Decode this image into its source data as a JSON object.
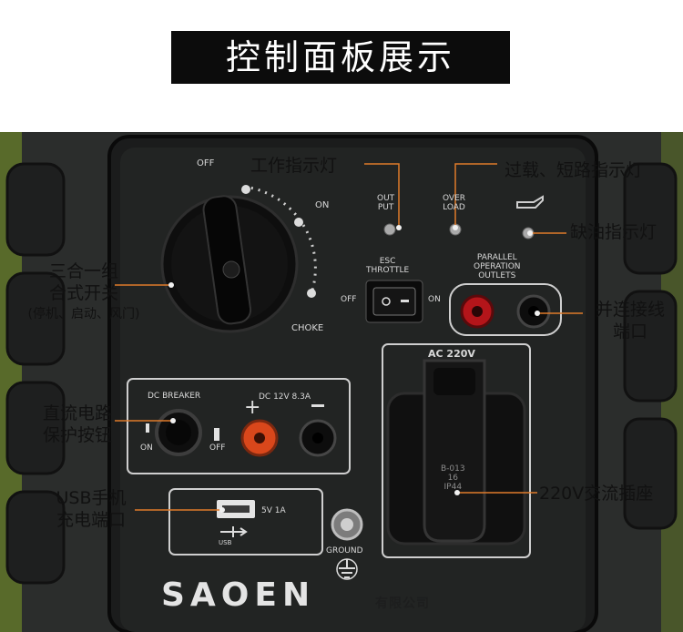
{
  "title": "控制面板展示",
  "callouts": {
    "work_indicator": "工作指示灯",
    "overload_indicator": "过载、短路指示灯",
    "oil_indicator": "缺油指示灯",
    "switch_line1": "三合一组",
    "switch_line2": "合式开关",
    "switch_line3": "(停机、启动、风门)",
    "parallel_line1": "并连接线",
    "parallel_line2": "端口",
    "dc_line1": "直流电路",
    "dc_line2": "保护按钮",
    "usb_line1": "USB手机",
    "usb_line2": "充电端口",
    "ac_socket": "220V交流插座"
  },
  "panel": {
    "off": "OFF",
    "on": "ON",
    "choke": "CHOKE",
    "output_line1": "OUT",
    "output_line2": "PUT",
    "over_line1": "OVER",
    "over_line2": "LOAD",
    "esc_line1": "ESC",
    "esc_line2": "THROTTLE",
    "esc_off": "OFF",
    "esc_on": "ON",
    "parallel_line1": "PARALLEL",
    "parallel_line2": "OPERATION",
    "parallel_line3": "OUTLETS",
    "ac": "AC 220V",
    "dc_breaker": "DC BREAKER",
    "dc_rating": "DC 12V 8.3A",
    "dc_on": "ON",
    "dc_off": "OFF",
    "usb_rating": "5V 1A",
    "usb": "USB",
    "ground": "GROUND",
    "cover_line1": "B-013",
    "cover_line2": "16",
    "cover_line3": "IP44",
    "brand": "SAOEN",
    "watermark": "有限公司"
  }
}
